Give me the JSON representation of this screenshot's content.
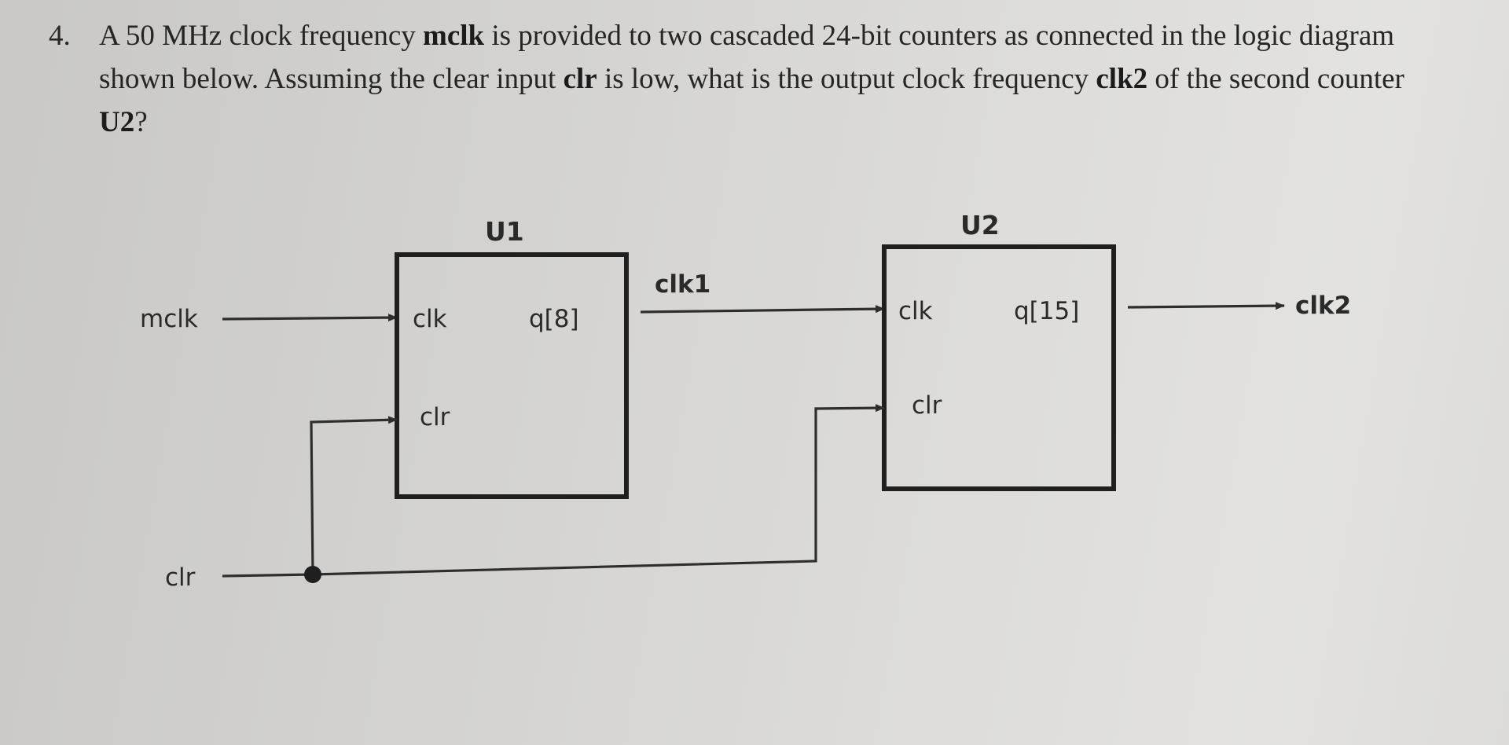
{
  "question": {
    "number": "4.",
    "text_parts": [
      {
        "t": "A 50 MHz clock frequency ",
        "b": false
      },
      {
        "t": "mclk",
        "b": true
      },
      {
        "t": " is provided to two cascaded 24-bit counters as connected in the logic diagram shown below.  Assuming the clear input ",
        "b": false
      },
      {
        "t": "clr",
        "b": true
      },
      {
        "t": " is low, what is the output clock frequency ",
        "b": false
      },
      {
        "t": "clk2",
        "b": true
      },
      {
        "t": " of the second counter ",
        "b": false
      },
      {
        "t": "U2",
        "b": true
      },
      {
        "t": "?",
        "b": false
      }
    ]
  },
  "diagram": {
    "inputs": {
      "mclk": "mclk",
      "clr": "clr"
    },
    "u1": {
      "title": "U1",
      "clk": "clk",
      "clr": "clr",
      "out": "q[8]"
    },
    "u2": {
      "title": "U2",
      "clk": "clk",
      "clr": "clr",
      "out": "q[15]"
    },
    "net_clk1": "clk1",
    "output": "clk2"
  }
}
